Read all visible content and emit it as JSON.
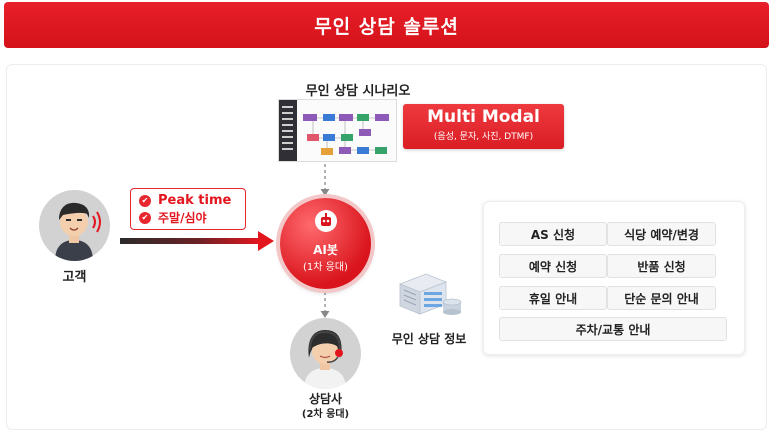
{
  "banner": {
    "title": "무인 상담 솔루션"
  },
  "scenario": {
    "title": "무인 상담 시나리오"
  },
  "multimodal": {
    "title": "Multi Modal",
    "subtitle": "(음성, 문자, 사진, DTMF)"
  },
  "customer": {
    "label": "고객",
    "icon": "customer-speaking-icon"
  },
  "peak": {
    "items": [
      "Peak time",
      "주말/심야"
    ],
    "icon": "check-icon"
  },
  "ai": {
    "label": "AI봇",
    "sub": "(1차 응대)",
    "icon": "robot-icon"
  },
  "agent": {
    "label": "상담사",
    "sub": "(2차 응대)",
    "icon": "headset-agent-icon"
  },
  "server": {
    "label": "무인 상담 정보",
    "icon": "server-database-icon"
  },
  "services": {
    "items": [
      "AS 신청",
      "식당 예약/변경",
      "예약 신청",
      "반품 신청",
      "휴일 안내",
      "단순 문의 안내",
      "주차/교통 안내"
    ]
  },
  "colors": {
    "accent": "#e3161e",
    "panel": "#f7f7f7"
  }
}
